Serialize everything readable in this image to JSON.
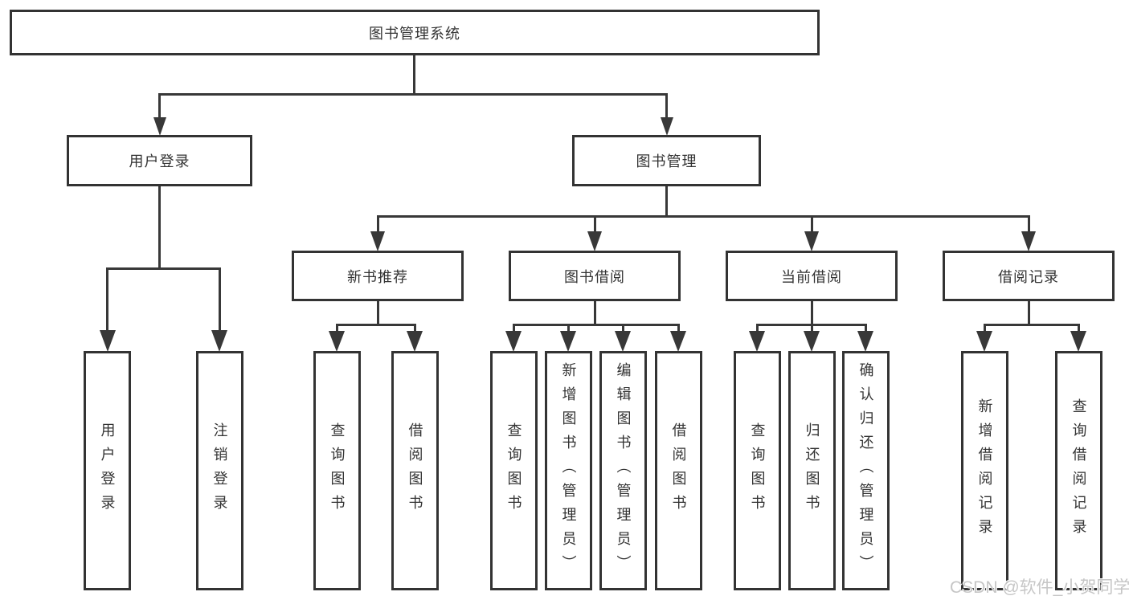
{
  "root": {
    "label": "图书管理系统"
  },
  "level2": [
    {
      "label": "用户登录"
    },
    {
      "label": "图书管理"
    }
  ],
  "level3": [
    {
      "label": "新书推荐"
    },
    {
      "label": "图书借阅"
    },
    {
      "label": "当前借阅"
    },
    {
      "label": "借阅记录"
    }
  ],
  "leaves": [
    {
      "label": "用户登录"
    },
    {
      "label": "注销登录"
    },
    {
      "label": "查询图书"
    },
    {
      "label": "借阅图书"
    },
    {
      "label": "查询图书"
    },
    {
      "label": "新增图书（管理员）"
    },
    {
      "label": "编辑图书（管理员）"
    },
    {
      "label": "借阅图书"
    },
    {
      "label": "查询图书"
    },
    {
      "label": "归还图书"
    },
    {
      "label": "确认归还（管理员）"
    },
    {
      "label": "新增借阅记录"
    },
    {
      "label": "查询借阅记录"
    }
  ],
  "watermark": {
    "text": "CSDN @软件_小贺同学"
  },
  "colors": {
    "line": "#383838",
    "border": "#333333",
    "text": "#333333",
    "background": "#ffffff",
    "watermark": "#c6c6c6"
  }
}
